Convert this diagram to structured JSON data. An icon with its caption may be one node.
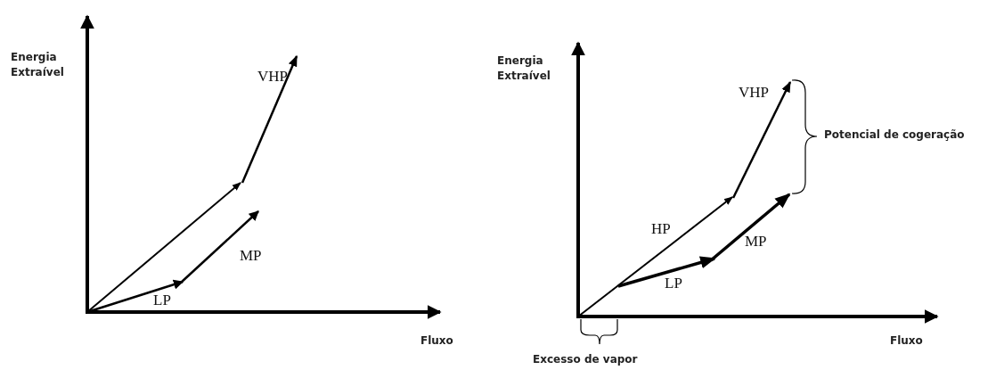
{
  "diagram": {
    "labels": [
      "Energia Extraível",
      "VHP",
      "MP",
      "LP",
      "Fluxo",
      "Energia Extraível",
      "VHP",
      "Potencial de cogeração",
      "HP",
      "MP",
      "LP",
      "Fluxo",
      "Excesso de vapor"
    ]
  }
}
